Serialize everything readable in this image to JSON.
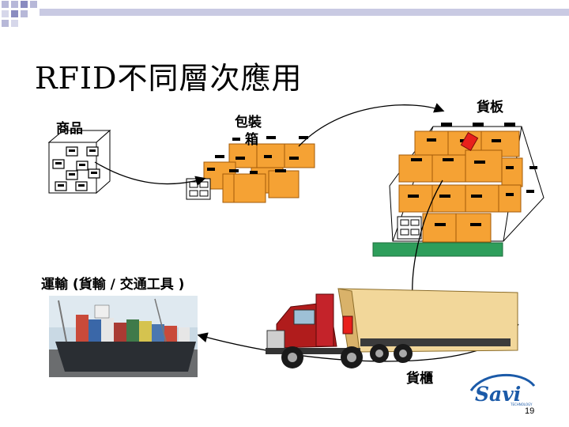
{
  "slide": {
    "title": "RFID不同層次應用",
    "page_number": "19"
  },
  "labels": {
    "goods": "商品",
    "case_line1": "包裝",
    "case_line2": "箱",
    "pallet": "貨板",
    "transport": "運輸 (貨輸 / 交通工具 )",
    "container": "貨櫃"
  },
  "logo": {
    "name": "Savi",
    "tagline": "TECHNOLOGY",
    "color": "#1b5aa8"
  },
  "colors": {
    "box_orange": "#f5a234",
    "pallet_green": "#2e9e5b",
    "tag_red": "#e8201c",
    "truck_red": "#b01c1c",
    "trailer": "#f2d79a"
  }
}
